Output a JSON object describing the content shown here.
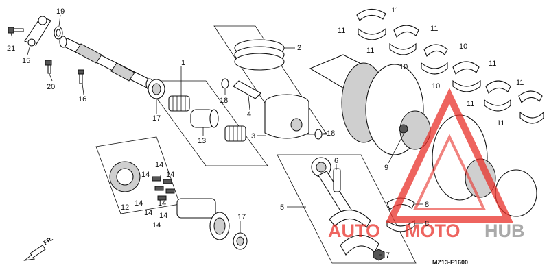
{
  "diagram": {
    "code": "MZ13-E1600",
    "direction_label": "FR.",
    "watermark": {
      "part_a": "AUTO",
      "part_b": "MOTO",
      "part_c": "HUB"
    },
    "colors": {
      "watermark_red": "#e8302a",
      "watermark_gray": "#9b9b9b",
      "line": "#111111"
    },
    "callouts": {
      "n1": "1",
      "n2": "2",
      "n3": "3",
      "n4": "4",
      "n5": "5",
      "n6": "6",
      "n7": "7",
      "n8a": "8",
      "n8b": "8",
      "n9": "9",
      "n10a": "10",
      "n10b": "10",
      "n10c": "10",
      "n11a": "11",
      "n11b": "11",
      "n11c": "11",
      "n11d": "11",
      "n11e": "11",
      "n11f": "11",
      "n11g": "11",
      "n11h": "11",
      "n12": "12",
      "n13": "13",
      "n14a": "14",
      "n14b": "14",
      "n14c": "14",
      "n14d": "14",
      "n14e": "14",
      "n14f": "14",
      "n14g": "14",
      "n14h": "14",
      "n15": "15",
      "n16": "16",
      "n17a": "17",
      "n17b": "17",
      "n18a": "18",
      "n18b": "18",
      "n19": "19",
      "n20": "20",
      "n21": "21"
    }
  }
}
